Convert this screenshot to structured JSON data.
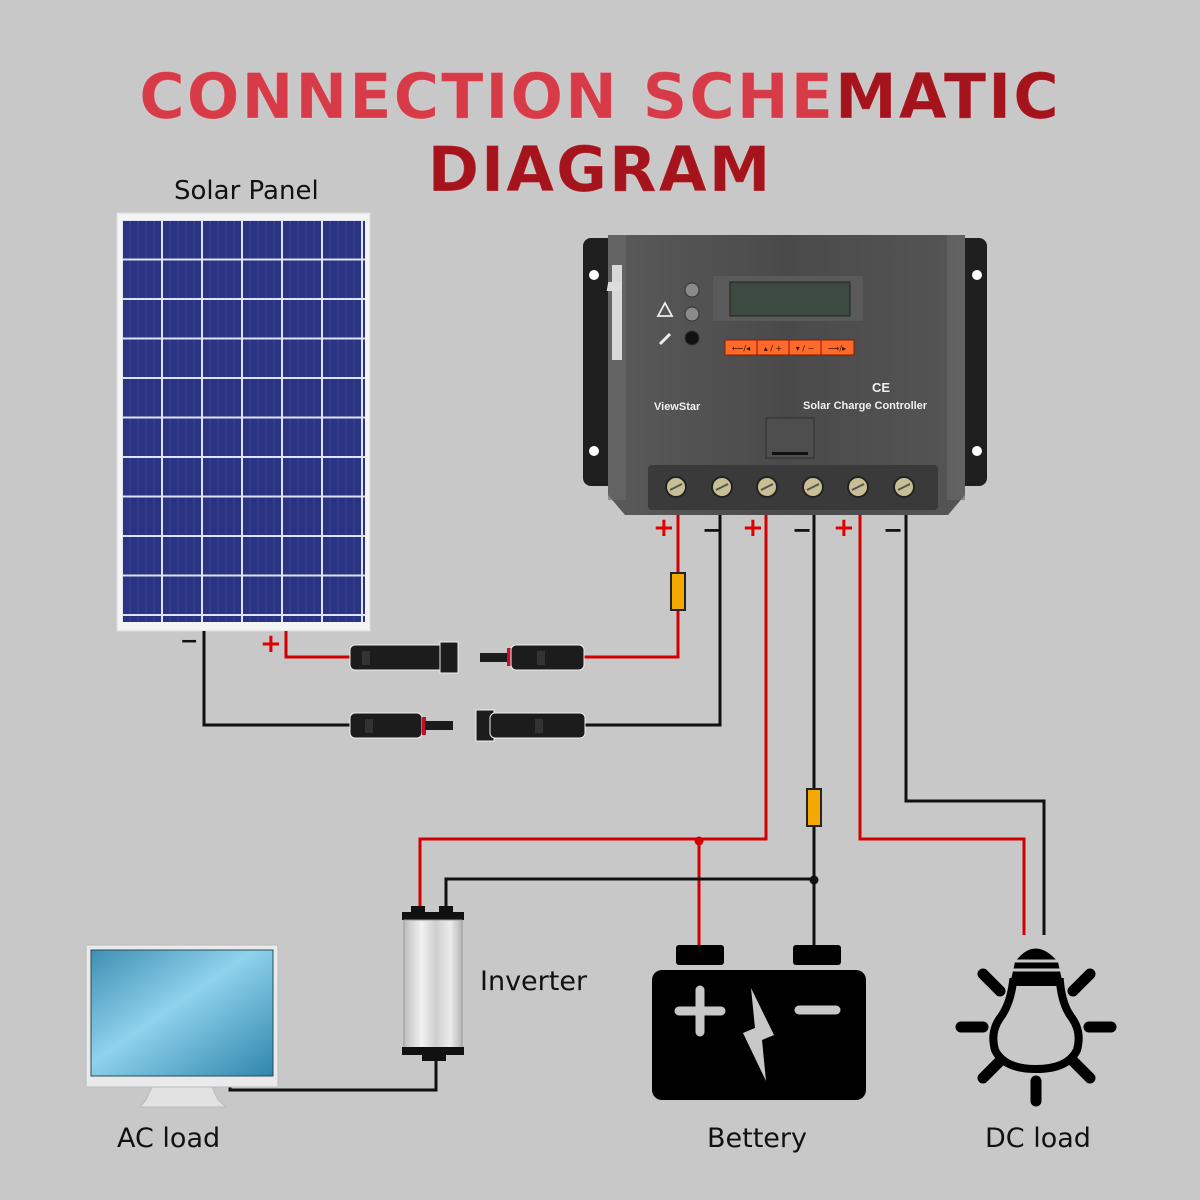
{
  "title": {
    "part1": "CONNECTION SCHE",
    "part2": "MATIC DIAGRAM",
    "full": "CONNECTION SCHEMATIC DIAGRAM"
  },
  "colors": {
    "background": "#c8c8c8",
    "title_light_red": "#d63b47",
    "title_dark_red": "#a5141c",
    "positive_wire": "#d40000",
    "negative_wire": "#111111",
    "fuse": "#f5a800",
    "controller_body": "#4a4a4a",
    "controller_buttons": "#ff6a2a",
    "panel_cells": "#2c3580"
  },
  "components": {
    "solar_panel": {
      "label": "Solar Panel"
    },
    "controller": {
      "brand": "ViewStar",
      "name": "Solar Charge Controller",
      "certification": "CE",
      "buttons": [
        "⟵/◂",
        "▴ / +",
        "▾ / −",
        "⟶/▸"
      ],
      "indicators": [
        "solar-icon",
        "warning-icon",
        "battery-status-icon"
      ],
      "terminals": [
        "+",
        "−",
        "+",
        "−",
        "+",
        "−"
      ]
    },
    "inverter": {
      "label": "Inverter"
    },
    "ac_load": {
      "label": "AC load"
    },
    "battery": {
      "label": "Bettery",
      "pos_symbol": "+",
      "neg_symbol": "−"
    },
    "dc_load": {
      "label": "DC load"
    }
  },
  "panel_polarity": {
    "neg": "−",
    "pos": "+"
  }
}
